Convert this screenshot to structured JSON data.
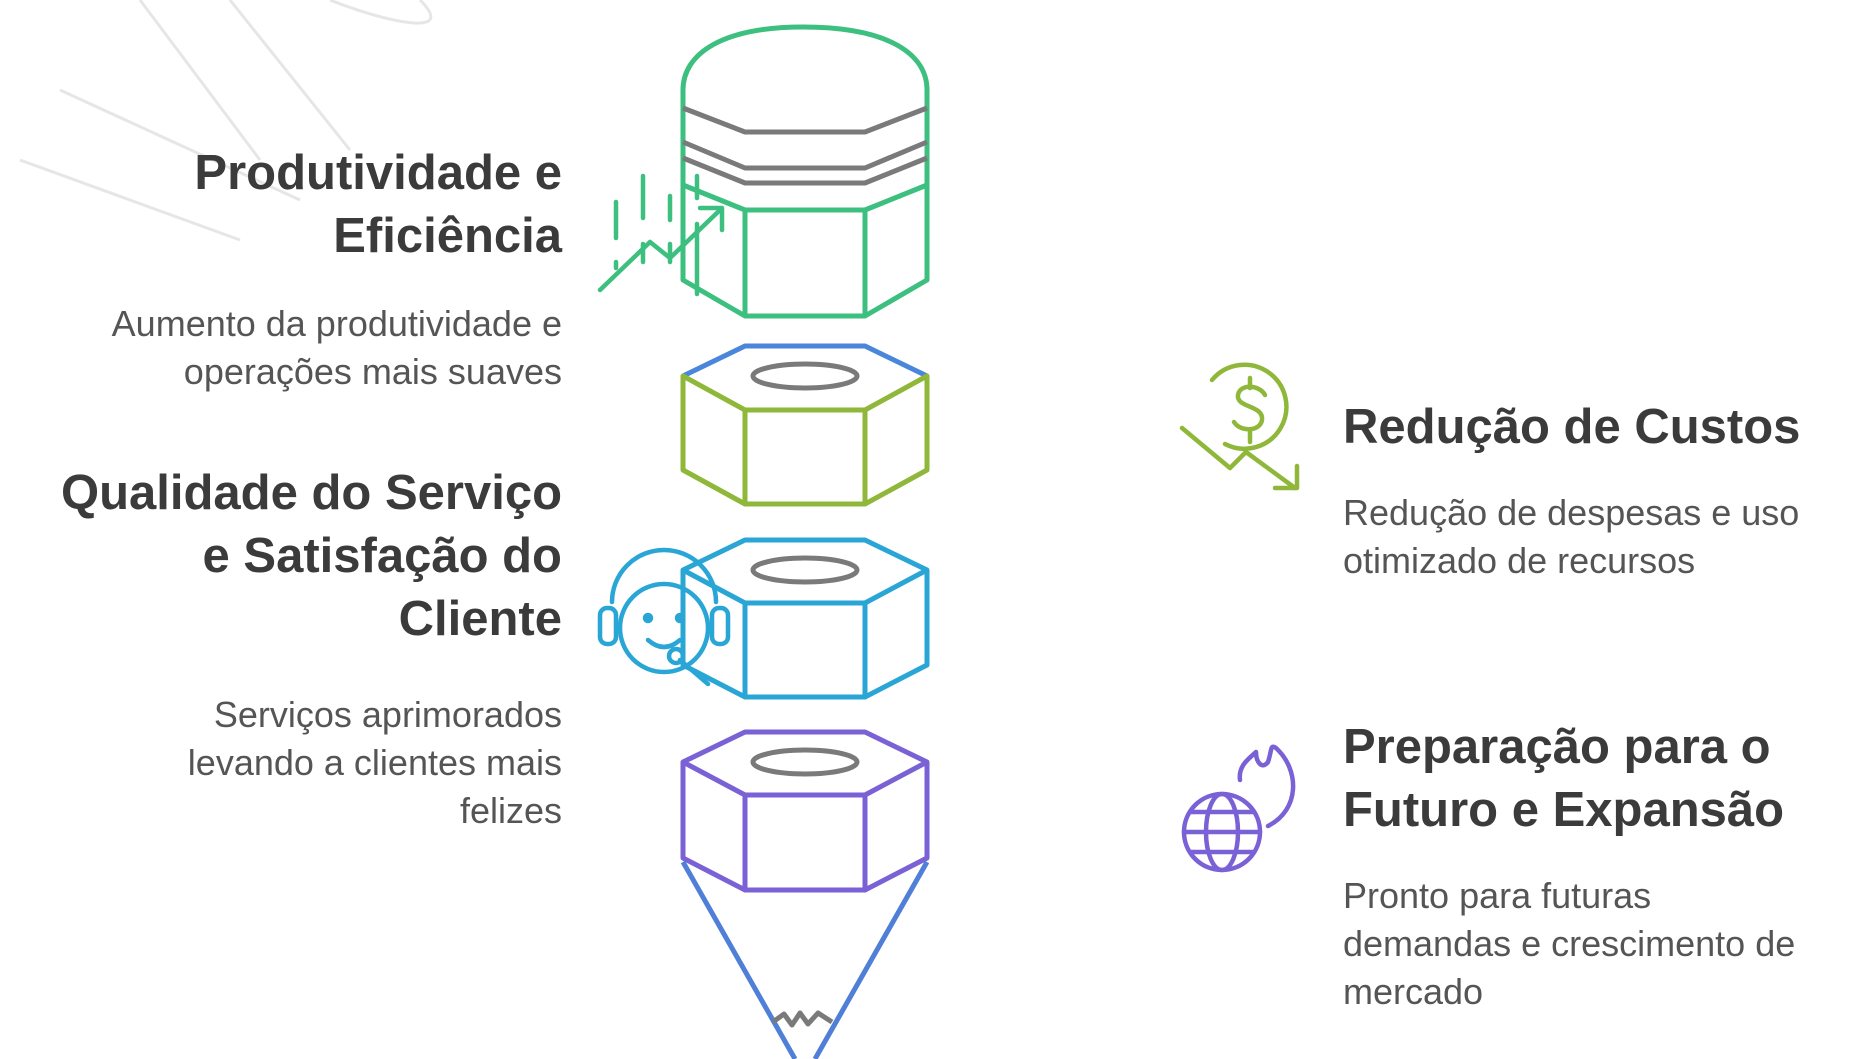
{
  "colors": {
    "green": "#3dbf7f",
    "gray": "#7a7a7a",
    "lime": "#8fb83a",
    "blue_edge": "#4a86d9",
    "cyan": "#2aa6d6",
    "purple": "#7b61d6",
    "cone": "#4f7fd6"
  },
  "items": [
    {
      "id": "productivity",
      "title_line1": "Produtividade e",
      "title_line2": "Eficiência",
      "desc_line1": "Aumento da produtividade e",
      "desc_line2": "operações mais suaves",
      "icon": "growth-chart-icon",
      "color": "#3dbf7f"
    },
    {
      "id": "costs",
      "title_line1": "Redução de Custos",
      "desc_line1": "Redução de despesas e uso",
      "desc_line2": "otimizado de recursos",
      "icon": "dollar-down-icon",
      "color": "#8fb83a"
    },
    {
      "id": "quality",
      "title_line1": "Qualidade do Serviço",
      "title_line2": "e Satisfação do",
      "title_line3": "Cliente",
      "desc_line1": "Serviços aprimorados",
      "desc_line2": "levando a clientes mais",
      "desc_line3": "felizes",
      "icon": "support-agent-icon",
      "color": "#2aa6d6"
    },
    {
      "id": "future",
      "title_line1": "Preparação para o",
      "title_line2": "Futuro e Expansão",
      "desc_line1": "Pronto para futuras",
      "desc_line2": "demandas e crescimento de",
      "desc_line3": "mercado",
      "icon": "globe-fire-icon",
      "color": "#7b61d6"
    }
  ]
}
